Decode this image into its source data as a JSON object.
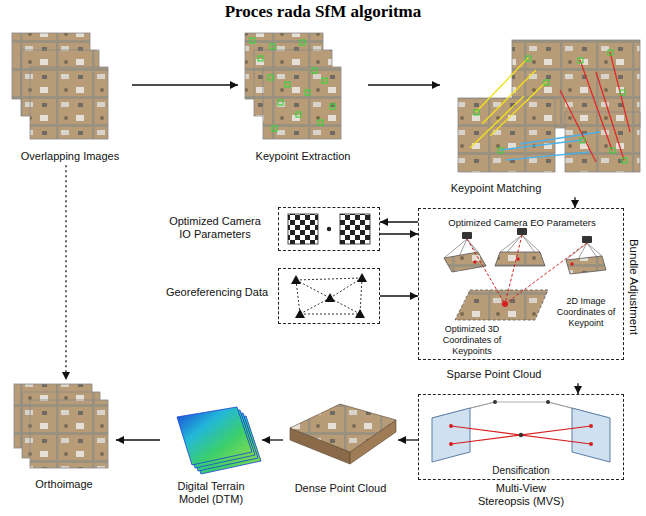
{
  "diagram": {
    "title": "Proces rada SfM algoritma",
    "nodes": [
      {
        "text": [
          "Overlapping Images"
        ]
      },
      {
        "text": [
          "Keypoint Extraction"
        ]
      },
      {
        "text": [
          "Keypoint Matching"
        ]
      },
      {
        "text": [
          "Optimized Camera IO Parameters"
        ]
      },
      {
        "text": [
          "Bundle Adjustment",
          "Optimized Camera EO Parameters",
          "2D Image Coordinates of Keypoint",
          "Optimized 3D Coordinates of Keypoints",
          "Sparse Point Cloud"
        ]
      },
      {
        "text": [
          "Georeferencing Data"
        ]
      },
      {
        "text": [
          "Multi-View Stereopsis (MVS)",
          "Densification"
        ]
      },
      {
        "text": [
          "Dense Point Cloud"
        ]
      },
      {
        "text": [
          "Digital Terrain Model (DTM)"
        ]
      },
      {
        "text": [
          "Orthoimage"
        ]
      }
    ],
    "edges": [
      {
        "from": 0,
        "to": 1,
        "arrow": "to"
      },
      {
        "from": 1,
        "to": 2,
        "arrow": "to"
      },
      {
        "from": 2,
        "to": 4,
        "arrow": "to"
      },
      {
        "from": 4,
        "to": 3,
        "arrow": "to"
      },
      {
        "from": 3,
        "to": 4,
        "arrow": "to"
      },
      {
        "from": 5,
        "to": 4,
        "arrow": "to"
      },
      {
        "from": 4,
        "to": 6,
        "arrow": "to"
      },
      {
        "from": 6,
        "to": 7,
        "arrow": "to"
      },
      {
        "from": 7,
        "to": 8,
        "arrow": "to"
      },
      {
        "from": 8,
        "to": 9,
        "arrow": "to"
      },
      {
        "from": 0,
        "to": 9,
        "arrow": "to"
      }
    ]
  }
}
